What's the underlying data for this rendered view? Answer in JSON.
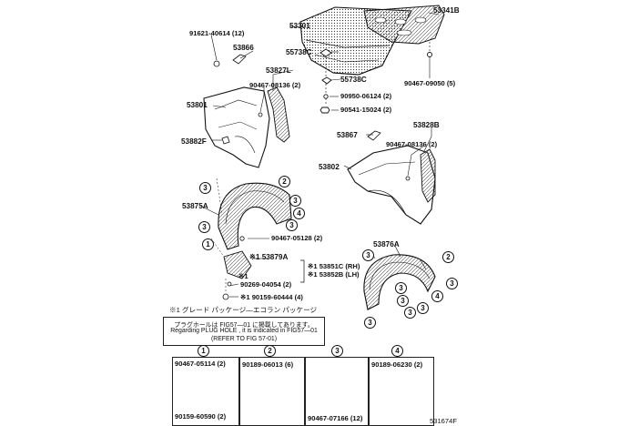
{
  "parts": {
    "p53301": "53301",
    "p53341B": "53341B",
    "p91621": "91621-40614 (12)",
    "p53866": "53866",
    "p55738C_a": "55738C",
    "p53827L": "53827L",
    "p55738C_b": "55738C",
    "p90467_09050": "90467-09050 (5)",
    "p90467_08136_l": "90467-08136 (2)",
    "p53801": "53801",
    "p90950": "90950-06124 (2)",
    "p90541": "90541-15024 (2)",
    "p53828B": "53828B",
    "p53867": "53867",
    "p90467_08136_r": "90467-08136 (2)",
    "p53882F": "53882F",
    "p53802": "53802",
    "p53875A": "53875A",
    "p90467_05128": "90467-05128 (2)",
    "p53879A": "※1 53879A",
    "p53876A": "53876A",
    "p53851C": "※1 53851C (RH)",
    "p53852B": "※1 53852B (LH)",
    "p_star1": "※1",
    "p90269": "90269-04054 (2)",
    "p90159_60444": "※1 90159-60444 (4)"
  },
  "callouts": {
    "c1": "1",
    "c2": "2",
    "c3": "3",
    "c4": "4"
  },
  "notes": {
    "grade": "※1 グレード パッケージ―エコラン パッケージ",
    "line1": "プラグホールは FIG57―01 に掲載してあります。",
    "line2": "Regarding  PLUG HOLE , it is indicated in FIG57―01",
    "line3": "(REFER TO FIG 57-01)"
  },
  "detail_panels": [
    {
      "number": "1",
      "part_a": "90467-05114 (2)",
      "part_b": "90159-60590 (2)"
    },
    {
      "number": "2",
      "part_a": "90189-06013 (6)"
    },
    {
      "number": "3",
      "part_a": "90467-07166 (12)"
    },
    {
      "number": "4",
      "part_a": "90189-06230 (2)"
    }
  ],
  "figure_code": "531674F",
  "colors": {
    "ink": "#111111",
    "paper": "#ffffff",
    "shade": "#d8d8d8"
  }
}
